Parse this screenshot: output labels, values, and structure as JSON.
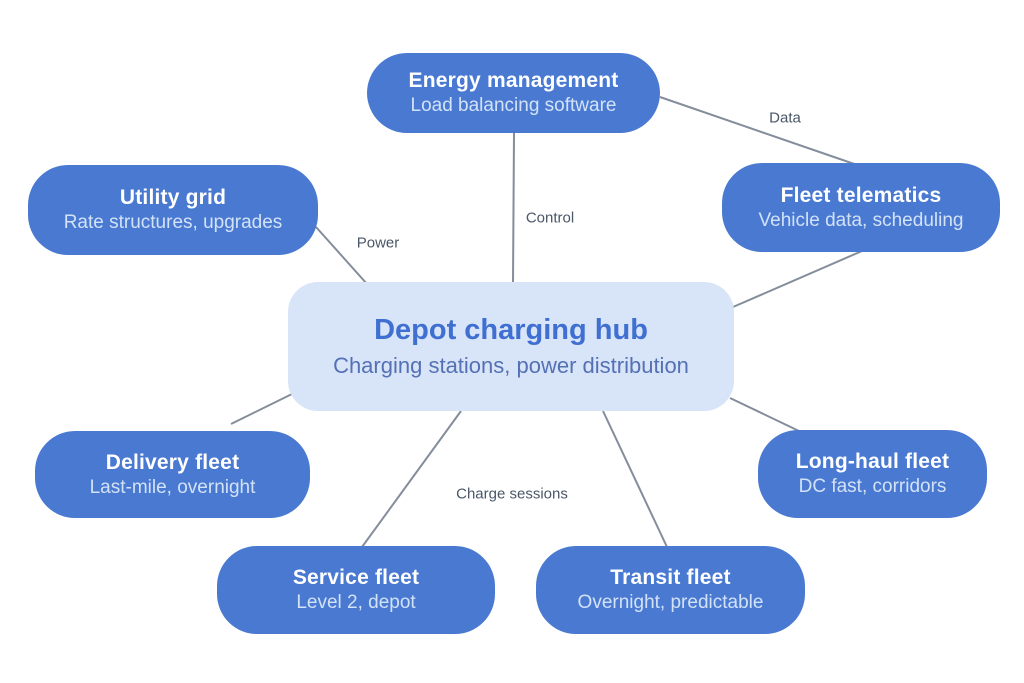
{
  "diagram": {
    "hub": {
      "title": "Depot charging hub",
      "subtitle": "Charging stations, power distribution"
    },
    "nodes": [
      {
        "id": "energy",
        "title": "Energy management",
        "subtitle": "Load balancing software"
      },
      {
        "id": "utility",
        "title": "Utility grid",
        "subtitle": "Rate structures, upgrades"
      },
      {
        "id": "telematics",
        "title": "Fleet telematics",
        "subtitle": "Vehicle data, scheduling"
      },
      {
        "id": "delivery",
        "title": "Delivery fleet",
        "subtitle": "Last-mile, overnight"
      },
      {
        "id": "service",
        "title": "Service fleet",
        "subtitle": "Level 2, depot"
      },
      {
        "id": "transit",
        "title": "Transit fleet",
        "subtitle": "Overnight, predictable"
      },
      {
        "id": "longhaul",
        "title": "Long-haul fleet",
        "subtitle": "DC fast, corridors"
      }
    ],
    "edge_labels": {
      "data": "Data",
      "control": "Control",
      "power": "Power",
      "charge_sessions": "Charge sessions"
    },
    "colors": {
      "background": "#ffffff",
      "node_fill": "#4a79d2",
      "node_title_text": "#ffffff",
      "node_subtitle_text": "#d2e2f7",
      "hub_fill": "#d8e4f8",
      "hub_title_text": "#3f6fd1",
      "hub_subtitle_text": "#5571b5",
      "connector_line": "#848d9b",
      "edge_label_text": "#4a5767"
    }
  }
}
